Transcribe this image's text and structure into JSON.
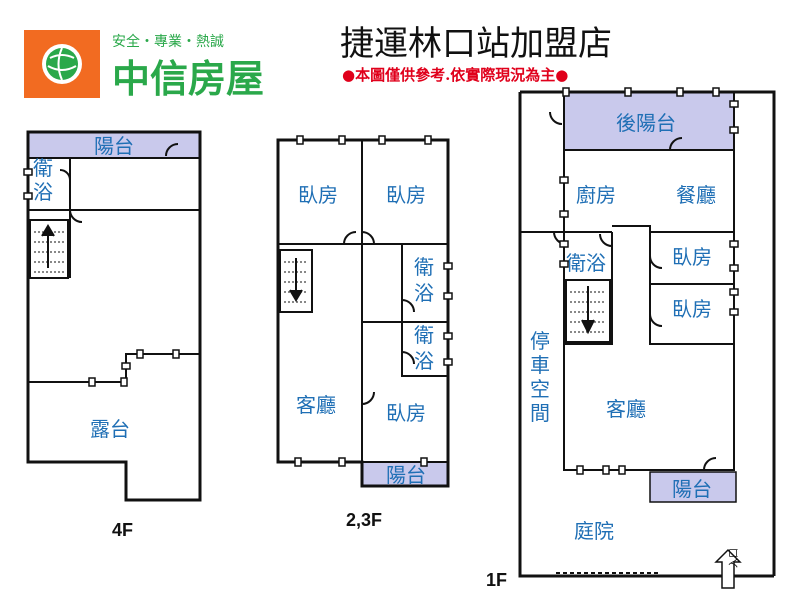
{
  "header": {
    "logo_slogan": "安全・專業・熱誠",
    "logo_brand": "中信房屋",
    "title": "捷運林口站加盟店",
    "disclaimer": "●本圖僅供參考.依實際現況為主●"
  },
  "floors": {
    "f4": {
      "label": "4F",
      "rooms": {
        "balcony": "陽台",
        "bath": "衛浴",
        "terrace": "露台"
      }
    },
    "f23": {
      "label": "2,3F",
      "rooms": {
        "bedroom1": "臥房",
        "bedroom2": "臥房",
        "bath1": "衛浴",
        "bath2": "衛浴",
        "living": "客廳",
        "bedroom3": "臥房",
        "balcony": "陽台"
      }
    },
    "f1": {
      "label": "1F",
      "rooms": {
        "rear_balcony": "後陽台",
        "kitchen": "廚房",
        "dining": "餐廳",
        "bath": "衛浴",
        "bedroom1": "臥房",
        "bedroom2": "臥房",
        "parking": "停車空間",
        "living": "客廳",
        "balcony": "陽台",
        "courtyard": "庭院",
        "entrance": "入口"
      }
    }
  },
  "colors": {
    "logo_orange": "#f26b21",
    "brand_green": "#2aa84a",
    "disclaimer_red": "#e0001b",
    "room_text": "#1f6fb5",
    "balcony_fill": "#c9c9ec"
  }
}
